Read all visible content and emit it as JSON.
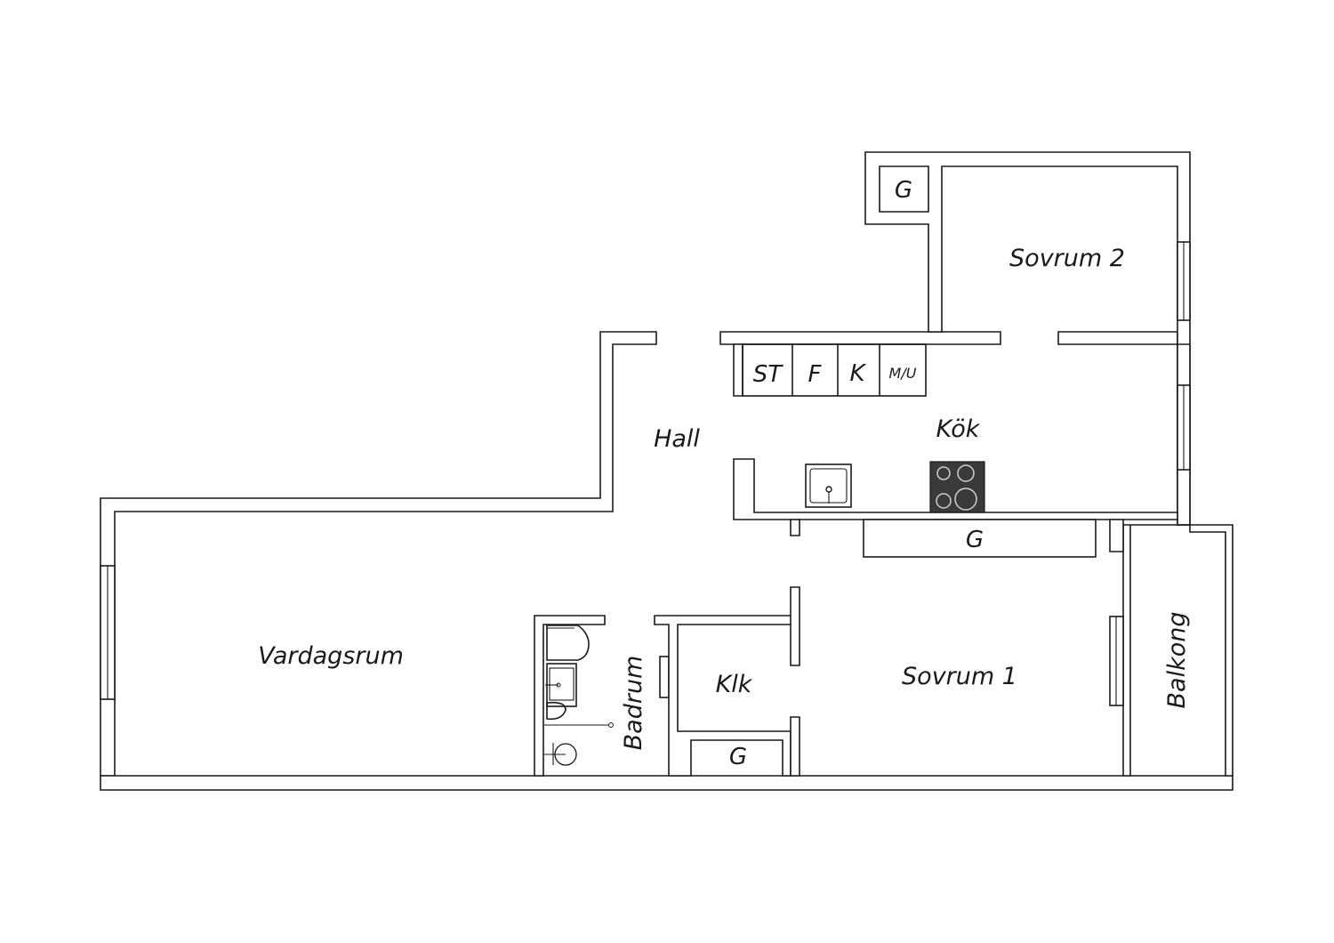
{
  "rooms": {
    "vardagsrum": "Vardagsrum",
    "hall": "Hall",
    "kok": "Kök",
    "sovrum1": "Sovrum 1",
    "sovrum2": "Sovrum 2",
    "badrum": "Badrum",
    "klk": "Klk",
    "balkong": "Balkong"
  },
  "storage": {
    "wardrobe": "G",
    "kitchen_st": "ST",
    "kitchen_f": "F",
    "kitchen_k": "K",
    "kitchen_mu": "M/U"
  },
  "colors": {
    "wall": "#1a1a1a",
    "stove": "#3a3a3a"
  }
}
